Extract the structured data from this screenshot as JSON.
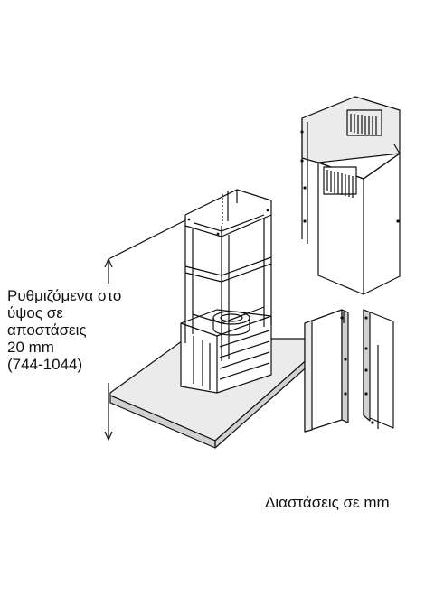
{
  "height_label": {
    "lines": [
      "Ρυθμιζόμενα στο",
      "ύψος σε",
      "αποστάσεις",
      "20 mm",
      "(744-1044)"
    ]
  },
  "units_note": "Διαστάσεις σε mm",
  "colors": {
    "panel_fill": "#ebebeb",
    "panel_side": "#d2d2d2",
    "stroke": "#111111",
    "background": "#ffffff"
  }
}
